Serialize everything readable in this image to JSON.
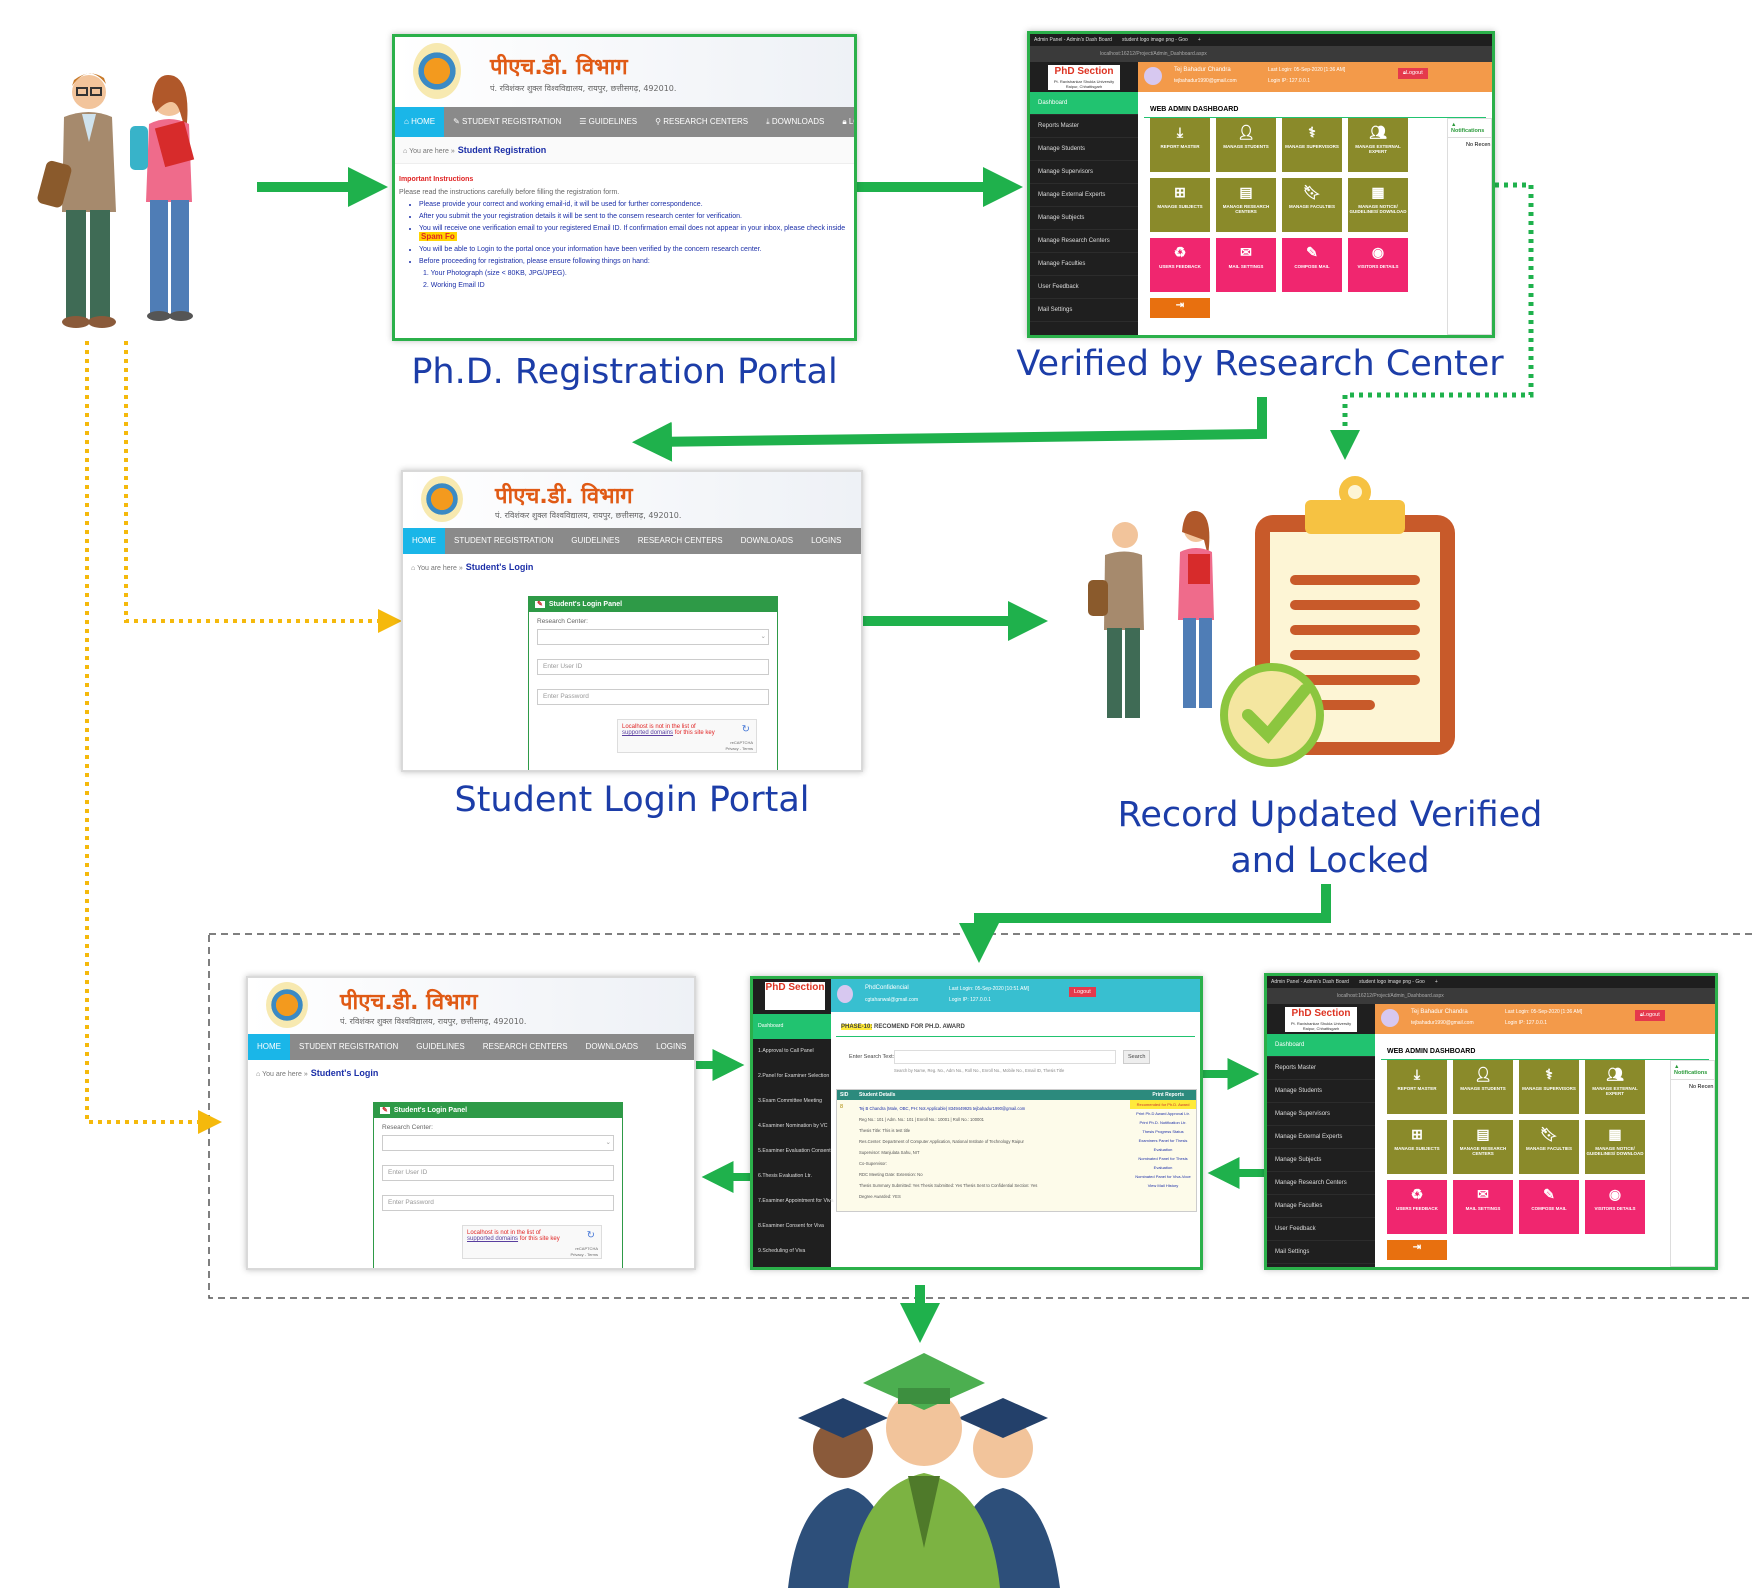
{
  "labels": {
    "registration": "Ph.D. Registration Portal",
    "verified": "Verified by Research Center",
    "login": "Student Login Portal",
    "record_line1": "Record Updated Verified",
    "record_line2": "and Locked"
  },
  "colors": {
    "arrow": "#1fb14c",
    "dotted_yellow": "#f5b90c",
    "label": "#1c3da8"
  },
  "portal": {
    "title": "पीएच.डी. विभाग",
    "subtitle": "पं. रविशंकर शुक्ल विश्वविद्यालय, रायपुर, छत्तीसगढ़, 492010.",
    "nav": [
      "HOME",
      "STUDENT REGISTRATION",
      "GUIDELINES",
      "RESEARCH CENTERS",
      "DOWNLOADS",
      "LOGINS"
    ],
    "you_are_here": "You are here »",
    "registration_crumb": "Student Registration",
    "login_crumb": "Student's Login",
    "instructions_title": "Important Instructions",
    "instructions_intro": "Please read the instructions carefully before filling the registration form.",
    "instructions": [
      "Please provide your correct and working email-id, it will be used for further correspondence.",
      "After you submit the your registration details it will be sent to the consern research center for verification.",
      "You will receive one verification email to your registered Email ID. If confirmation email does not appear in your inbox, please check inside",
      "You will be able to Login to the portal once your information have been verified by the concern research center.",
      "Before proceeding for registration, please ensure following things on hand:"
    ],
    "spam_highlight": "Spam Fo",
    "numbered": [
      "1. Your Photograph (size < 80KB, JPG/JPEG).",
      "2. Working Email ID"
    ],
    "login_panel": {
      "title": "Student's Login Panel",
      "research_center_label": "Research Center:",
      "user_placeholder": "Enter User ID",
      "password_placeholder": "Enter Password",
      "captcha_text": "Localhost is not in the list of",
      "captcha_link": "supported domains",
      "captcha_rest": "for this site key",
      "captcha_brand": "reCAPTCHA",
      "captcha_terms": "Privacy - Terms"
    }
  },
  "admin": {
    "tab1": "Admin Panel - Admin's Dash Board",
    "tab2": "student logo image png - Goo",
    "url": "localhost:16212/Project/Admin_Dashboard.aspx",
    "logo": "PhD Section",
    "logo_sub": "Pt. Ravishankar Shukla University Raipur, Chhattisgarh",
    "user": "Tej Bahadur Chandra",
    "email": "tejbahadur1990@gmail.com",
    "last_login": "Last Login: 05-Sep-2020 [1:36 AM]",
    "login_ip": "Login IP: 127.0.0.1",
    "logout": "Logout",
    "sidebar": [
      "Dashboard",
      "Reports Master",
      "Manage Students",
      "Manage Supervisors",
      "Manage External Experts",
      "Manage Subjects",
      "Manage Research Centers",
      "Manage Faculties",
      "User Feedback",
      "Mail Settings"
    ],
    "heading": "WEB ADMIN DASHBOARD",
    "tiles": [
      {
        "label": "REPORT MASTER",
        "icon": "download-icon"
      },
      {
        "label": "MANAGE STUDENTS",
        "icon": "user-icon"
      },
      {
        "label": "MANAGE SUPERVISORS",
        "icon": "doctor-icon"
      },
      {
        "label": "MANAGE EXTERNAL EXPERT",
        "icon": "group-icon"
      },
      {
        "label": "MANAGE SUBJECTS",
        "icon": "sitemap-icon"
      },
      {
        "label": "MANAGE RESEARCH CENTERS",
        "icon": "building-icon"
      },
      {
        "label": "MANAGE FACULTIES",
        "icon": "bookmark-icon"
      },
      {
        "label": "MANAGE NOTICE/ GUIDELINES/ DOWNLOAD",
        "icon": "calendar-icon"
      },
      {
        "label": "USERS FEEDBACK",
        "icon": "recycle-icon"
      },
      {
        "label": "MAIL SETTINGS",
        "icon": "mail-icon"
      },
      {
        "label": "COMPOSE MAIL",
        "icon": "edit-icon"
      },
      {
        "label": "VISITORS DETAILS",
        "icon": "weibo-icon"
      }
    ],
    "notifications": "Notifications",
    "no_recent": "No Recen"
  },
  "confidential": {
    "user": "PhdConfidencial",
    "email": "cgtahanwal@gmail.com",
    "last_login": "Last Login: 05-Sep-2020 [10:51 AM]",
    "login_ip": "Login IP: 127.0.0.1",
    "logout": "Logout",
    "sidebar": [
      "Dashboard",
      "1.Approval to Call Panel",
      "2.Panel for Examiner Selection",
      "3.Exam Committee Meeting",
      "4.Examiner Nomination by VC",
      "5.Examiner Evaluation Consent",
      "6.Thesis Evaluation Ltr.",
      "7.Examiner Appointment for Viva",
      "8.Examiner Consent for Viva",
      "9.Scheduling of Viva"
    ],
    "phase": "PHASE-10:",
    "phase_title": "RECOMEND FOR PH.D. AWARD",
    "search_label": "Enter Search Text:",
    "search_button": "Search",
    "search_hint": "Search by Name, Reg. No., Adm No., Roll No., Enroll No., Mobile No., Email ID, Thesis Title",
    "col_sid": "SID",
    "col_details": "Student Details",
    "col_reports": "Print Reports",
    "sid": "8",
    "details": [
      "Tej B Chandra (Male, OBC, PH: Not Applicable)  8349449925  tejbahadur1990@gmail.com",
      "Reg No.: 101 | Adm. No.: 101 | Enroll No.: 10001 | Roll No.: 100001",
      "Thesis Title: This is test title",
      "Res.Center: Department of Computer Application, National Institute of Technology Raipur",
      "Supervisor: Manjulata Sahu, NIT",
      "Co-Supervisor:",
      "RDC Meeting Date:   Extension: No",
      "Thesis Summary Submitted: Yes   Thesis Submitted: Yes   Thesis Sent to Confidential Section: Yes",
      "Degree Awarded: YES"
    ],
    "status": "Recomended for Ph.D. Award",
    "reports": [
      "Print Ph.D Award Approval Ltr.",
      "Print Ph.D. Notification Ltr.",
      "Thesis Progress Status",
      "Examiners Panel for Thesis Evaluation",
      "Nominated Panel for Thesis Evaluation",
      "Nominated Panel for Viva-Voce",
      "View Mail History"
    ]
  }
}
